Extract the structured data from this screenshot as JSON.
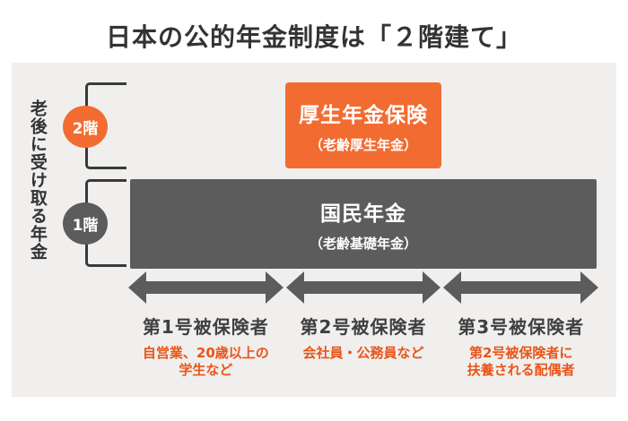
{
  "title": "日本の公的年金制度は「２階建て」",
  "side_label": "老後に受け取る年金",
  "floors": {
    "second": {
      "badge": "2階",
      "box_title": "厚生年金保険",
      "box_subtitle": "（老齢厚生年金）"
    },
    "first": {
      "badge": "1階",
      "box_title": "国民年金",
      "box_subtitle": "（老齢基礎年金）"
    }
  },
  "categories": [
    {
      "label": "第1号被保険者",
      "description": "自営業、20歳以上の\n学生など"
    },
    {
      "label": "第2号被保険者",
      "description": "会社員・公務員など"
    },
    {
      "label": "第3号被保険者",
      "description": "第2号被保険者に\n扶養される配偶者"
    }
  ],
  "colors": {
    "accent_orange": "#F26C32",
    "caption_orange": "#E8551A",
    "dark_gray": "#5C5C5C",
    "bracket_line": "#3A3A3A",
    "panel_background": "#F0EFED",
    "text_dark": "#333333"
  }
}
